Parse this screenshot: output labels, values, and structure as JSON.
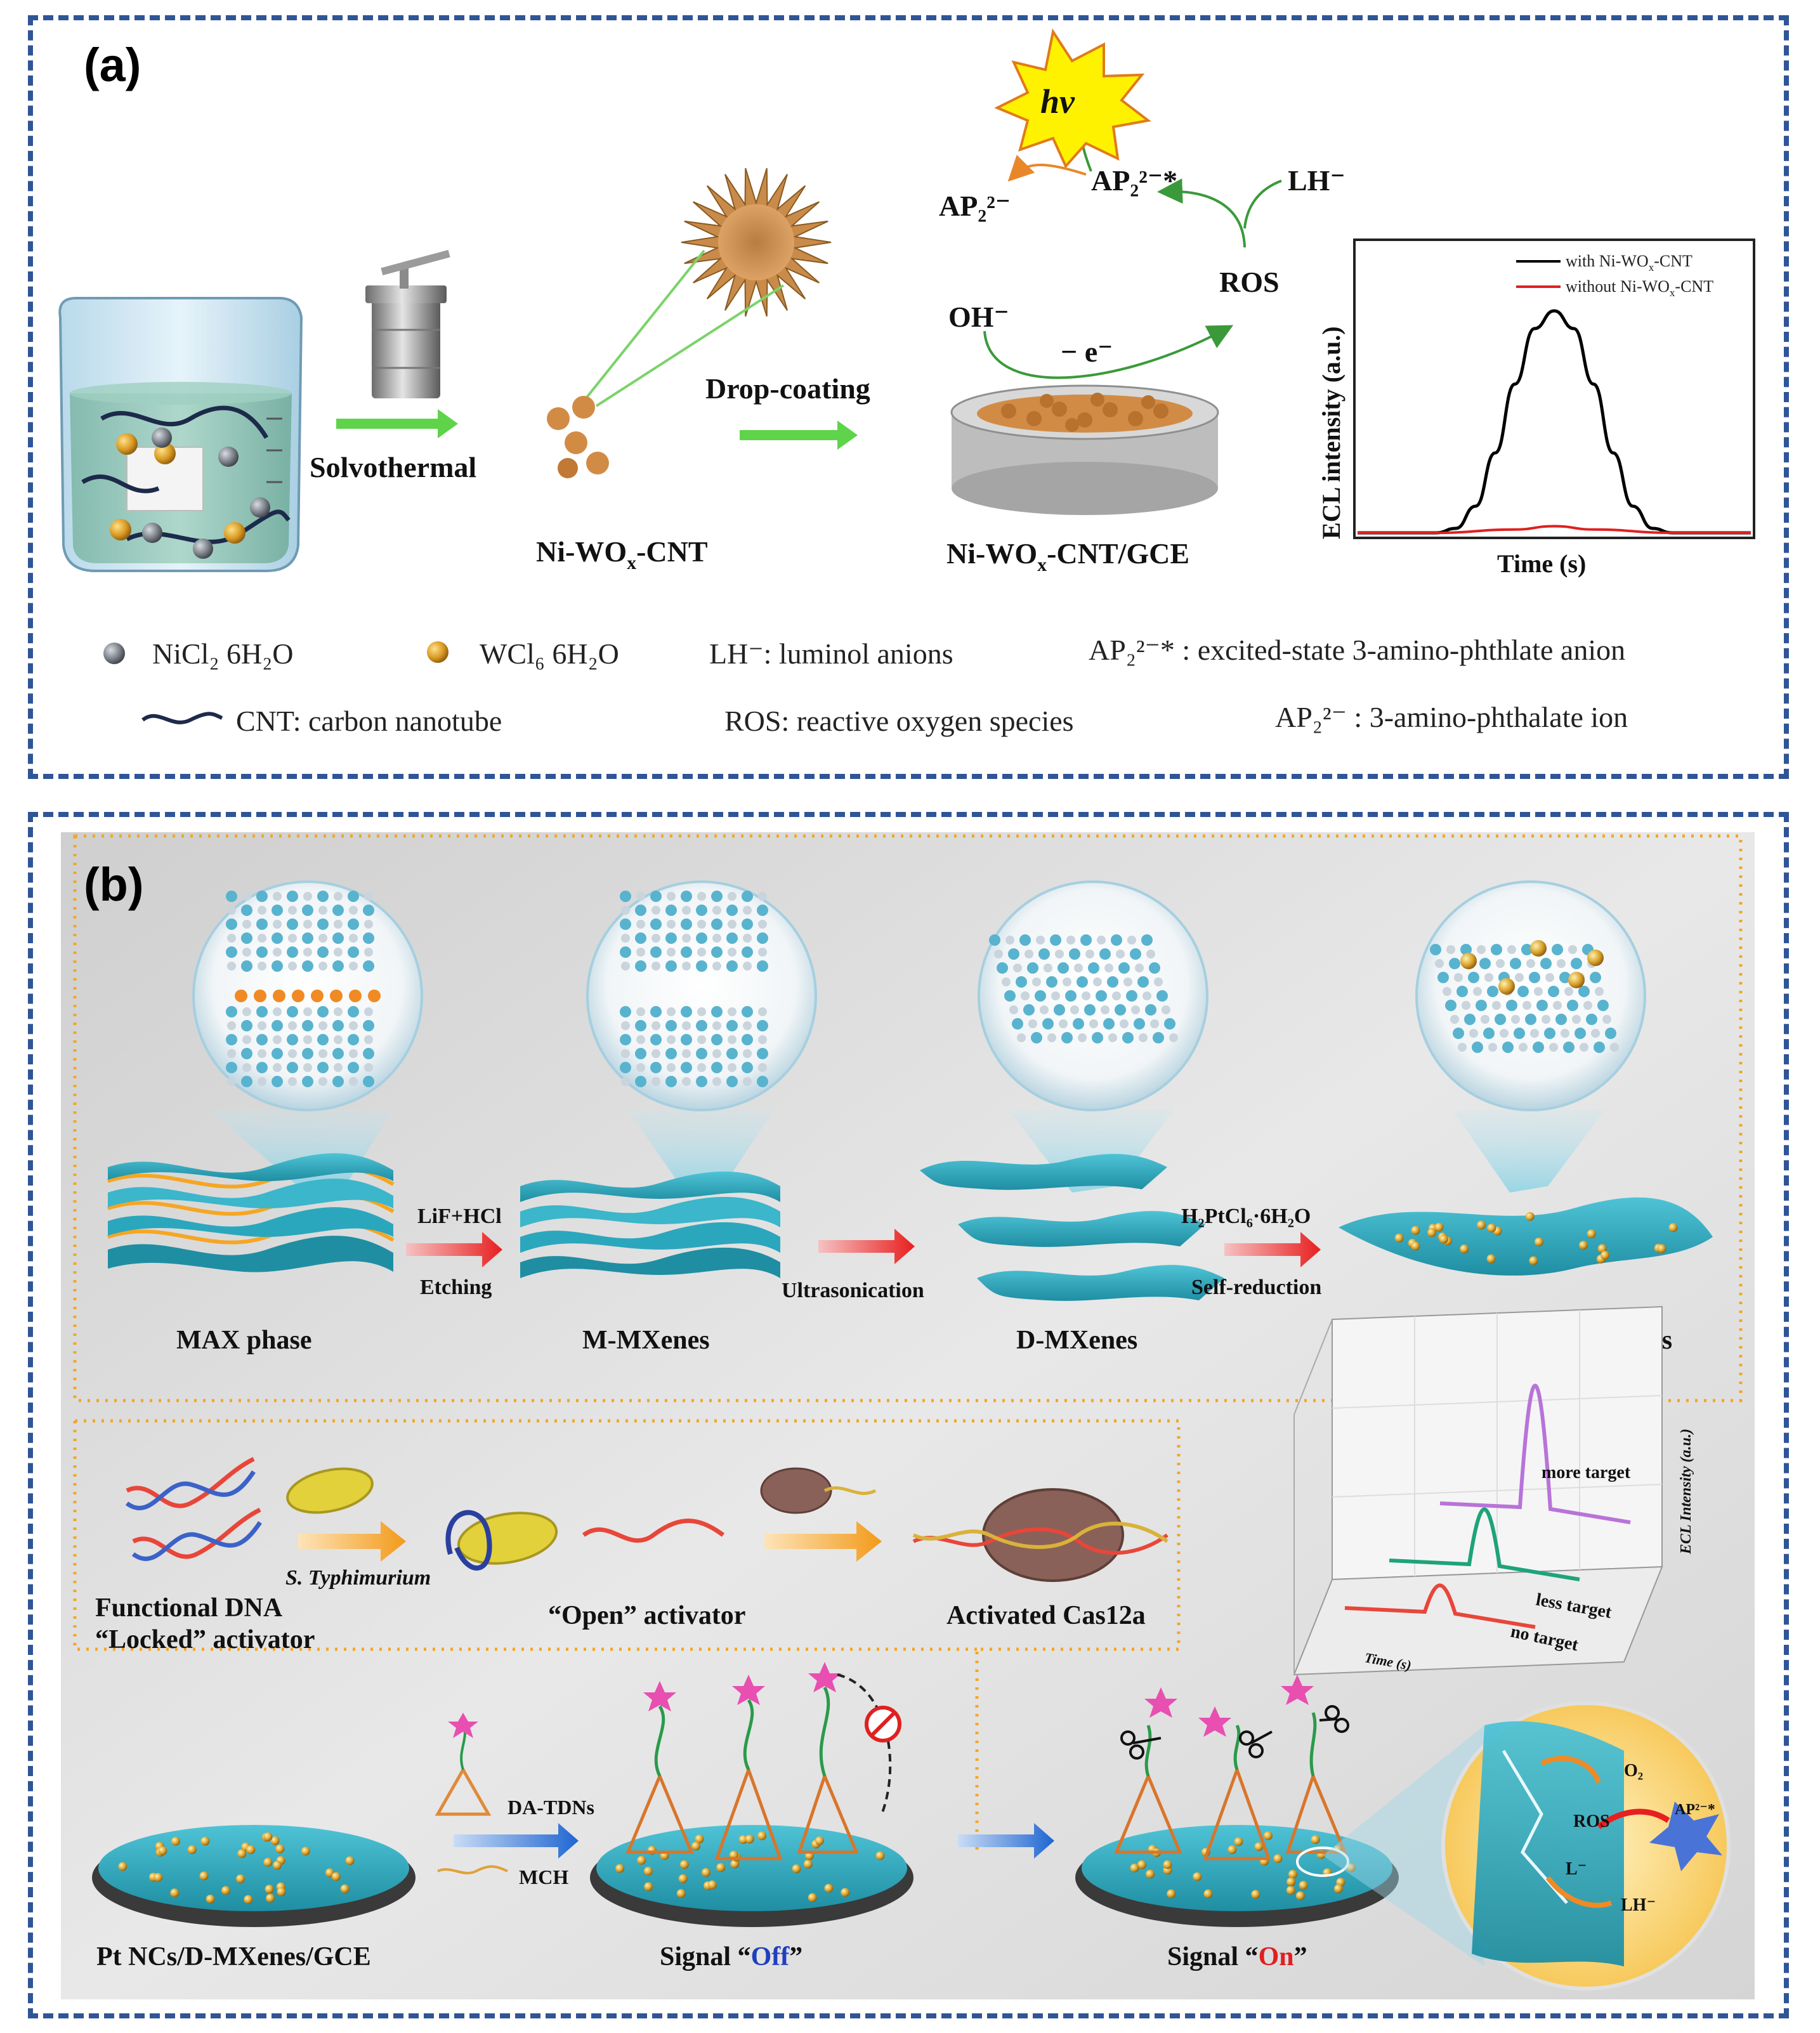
{
  "panel_a": {
    "letter": "(a)",
    "solvothermal": "Solvothermal",
    "drop_coating": "Drop-coating",
    "product": "Ni-WOx-CNT",
    "electrode": "Ni-WOx-CNT/GCE",
    "hv": "hν",
    "ap_ground": "AP₂²⁻",
    "ap_excited": "AP₂²⁻*",
    "lh": "LH⁻",
    "ros": "ROS",
    "oh": "OH⁻",
    "electron": "− e⁻",
    "legend": {
      "nicl2": "NiCl₂ 6H₂O",
      "wcl6": "WCl₆ 6H₂O",
      "lh_def": "LH⁻: luminol anions",
      "ap_excited_def": "AP₂²⁻* : excited-state 3-amino-phthlate anion",
      "cnt_def": "CNT: carbon nanotube",
      "ros_def": "ROS: reactive oxygen species",
      "ap_def": "AP₂²⁻ : 3-amino-phthalate ion"
    },
    "colors": {
      "nicl2": "#6d7178",
      "wcl6": "#d9a12a",
      "arrow": "#5fd34a",
      "cnt": "#1d2a4a"
    }
  },
  "chart_data": {
    "type": "line",
    "xlabel": "Time (s)",
    "ylabel": "ECL intensity (a.u.)",
    "series": [
      {
        "name": "with Ni-WOx-CNT",
        "color": "#000000",
        "x": [
          0,
          0.1,
          0.2,
          0.25,
          0.3,
          0.35,
          0.4,
          0.45,
          0.5,
          0.55,
          0.6,
          0.65,
          0.7,
          0.75,
          0.8,
          0.9,
          1.0
        ],
        "values": [
          0.0,
          0.0,
          0.0,
          0.02,
          0.12,
          0.36,
          0.67,
          0.92,
          1.0,
          0.92,
          0.67,
          0.36,
          0.12,
          0.02,
          0.0,
          0.0,
          0.0
        ]
      },
      {
        "name": "without Ni-WOx-CNT",
        "color": "#e02020",
        "x": [
          0,
          0.2,
          0.4,
          0.5,
          0.6,
          0.8,
          1.0
        ],
        "values": [
          0.0,
          0.0,
          0.015,
          0.03,
          0.015,
          0.0,
          0.0
        ]
      }
    ]
  },
  "panel_b": {
    "letter": "(b)",
    "max_phase": "MAX phase",
    "m_mxenes": "M-MXenes",
    "d_mxenes": "D-MXenes",
    "pt_mxenes": "Pt NCs/D-MXenes",
    "lif": "LiF+HCl",
    "etching": "Etching",
    "ultrasonication": "Ultrasonication",
    "h2ptcl6": "H₂PtCl₆·6H₂O",
    "self_reduction": "Self-reduction",
    "functional_dna": "Functional DNA",
    "locked": "“Locked” activator",
    "typhimurium": "S. Typhimurium",
    "open": "“Open” activator",
    "cas12a": "Activated Cas12a",
    "gce": "Pt NCs/D-MXenes/GCE",
    "da_tdns": "DA-TDNs",
    "mch": "MCH",
    "signal_prefix": "Signal “",
    "signal_suffix": "”",
    "off": "Off",
    "on": "On",
    "o2": "O₂",
    "ros": "ROS",
    "ap": "AP²⁻*",
    "l": "L⁻",
    "lh": "LH⁻",
    "inset": {
      "ylabel": "ECL Intensity (a.u.)",
      "xlabel": "Time (s)",
      "more": "more target",
      "less": "less target",
      "none": "no target",
      "colors": {
        "more": "#b873d9",
        "less": "#1ea37a",
        "none": "#e8463a"
      }
    }
  }
}
